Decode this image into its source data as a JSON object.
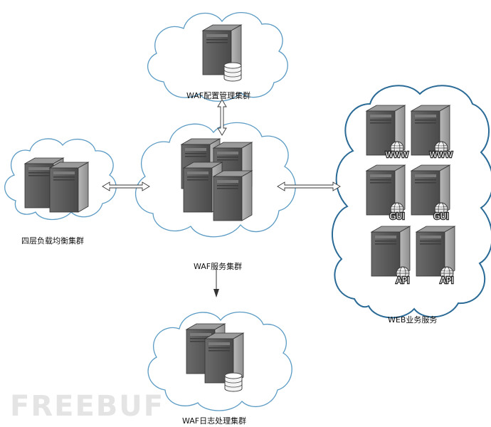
{
  "clusters": {
    "waf_config": "WAF配置管理集群",
    "l4_lb": "四层负载均衡集群",
    "waf_service": "WAF服务集群",
    "web_business": "WEB业务服务",
    "waf_log": "WAF日志处理集群"
  },
  "server_badges": {
    "www": "WWW",
    "gui": "GUI",
    "api": "API"
  },
  "watermark": "FREEBUF"
}
